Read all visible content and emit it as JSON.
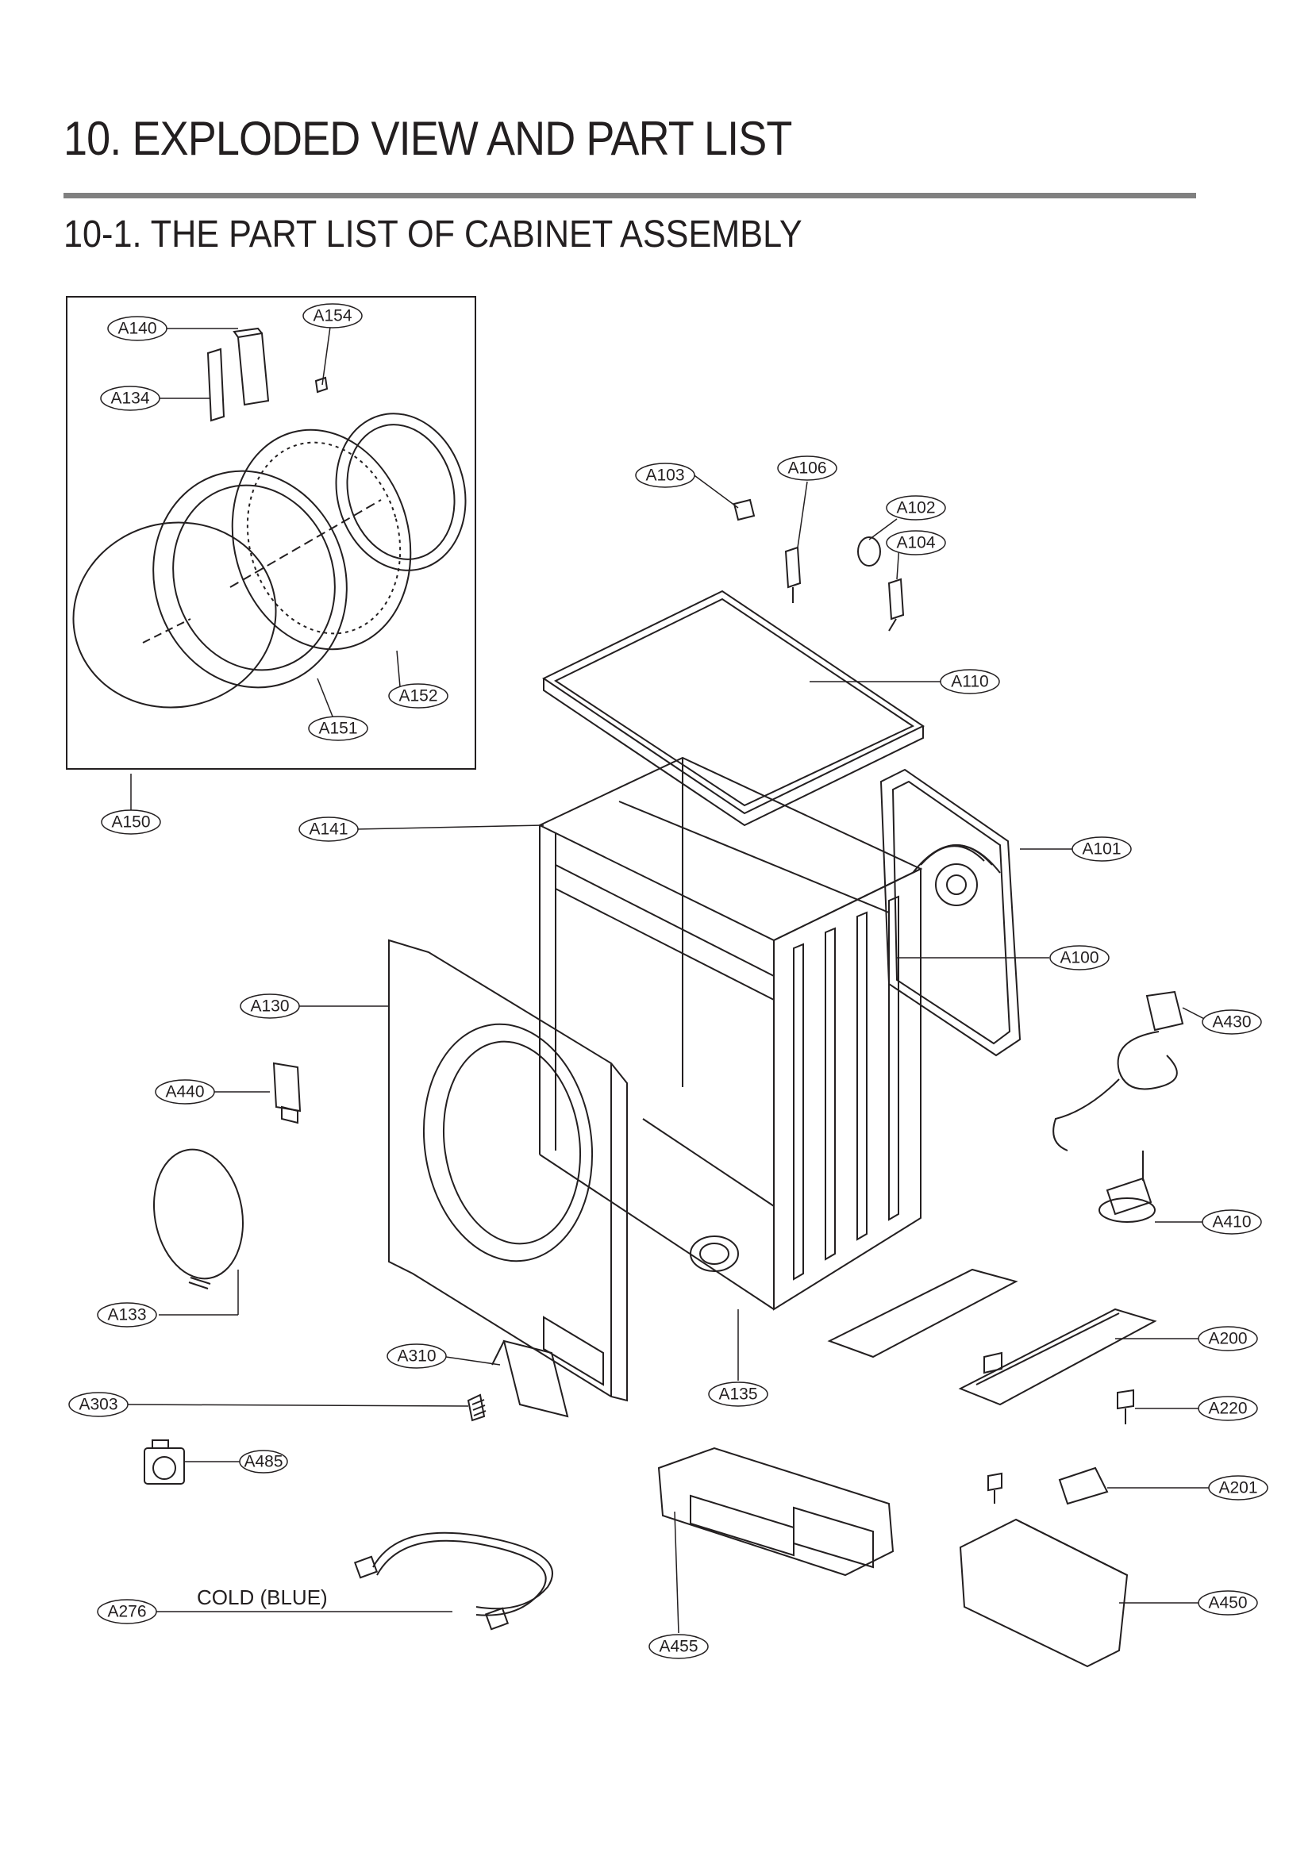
{
  "page": {
    "title": "10.  EXPLODED VIEW AND PART LIST",
    "subtitle": "10-1. THE PART LIST OF CABINET ASSEMBLY"
  },
  "diagram": {
    "hose_note": "COLD (BLUE)",
    "parts": [
      {
        "id": "A140"
      },
      {
        "id": "A154"
      },
      {
        "id": "A134"
      },
      {
        "id": "A152"
      },
      {
        "id": "A151"
      },
      {
        "id": "A150"
      },
      {
        "id": "A103"
      },
      {
        "id": "A106"
      },
      {
        "id": "A102"
      },
      {
        "id": "A104"
      },
      {
        "id": "A110"
      },
      {
        "id": "A141"
      },
      {
        "id": "A101"
      },
      {
        "id": "A100"
      },
      {
        "id": "A130"
      },
      {
        "id": "A430"
      },
      {
        "id": "A440"
      },
      {
        "id": "A410"
      },
      {
        "id": "A133"
      },
      {
        "id": "A310"
      },
      {
        "id": "A135"
      },
      {
        "id": "A200"
      },
      {
        "id": "A303"
      },
      {
        "id": "A220"
      },
      {
        "id": "A485"
      },
      {
        "id": "A201"
      },
      {
        "id": "A276"
      },
      {
        "id": "A450"
      },
      {
        "id": "A455"
      }
    ]
  }
}
